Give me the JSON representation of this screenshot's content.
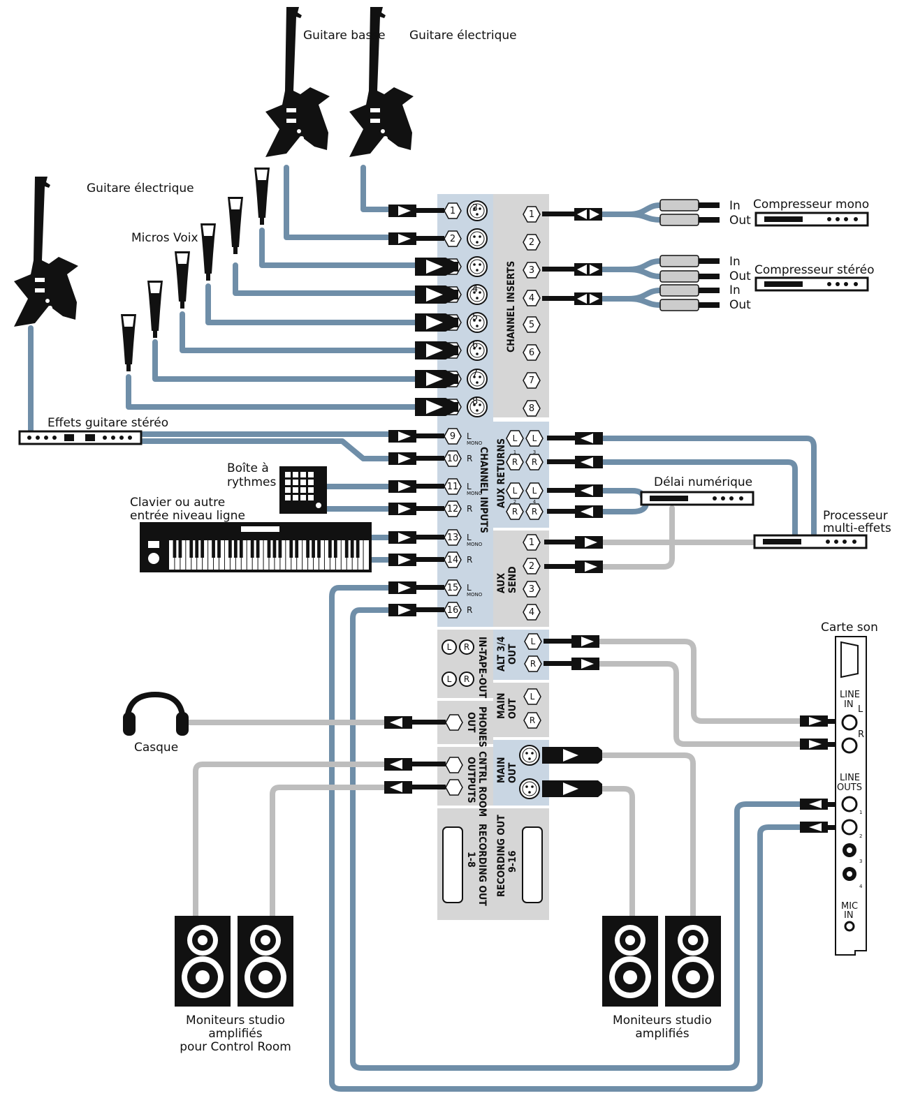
{
  "labels": {
    "bass_guitar": "Guitare basse",
    "electric_guitar_1": "Guitare électrique",
    "electric_guitar_2": "Guitare électrique",
    "vocal_mics": "Micros Voix",
    "stereo_guitar_fx": "Effets guitare stéréo",
    "drum_machine_1": "Boîte à",
    "drum_machine_2": "rythmes",
    "keyboard_1": "Clavier ou autre",
    "keyboard_2": "entrée niveau ligne",
    "mono_compressor": "Compresseur mono",
    "stereo_compressor": "Compresseur stéréo",
    "digital_delay": "Délai numérique",
    "multi_fx_1": "Processeur",
    "multi_fx_2": "multi-effets",
    "sound_card": "Carte son",
    "headphones": "Casque",
    "cr_monitors_1": "Moniteurs studio",
    "cr_monitors_2": "amplifiés",
    "cr_monitors_3": "pour Control Room",
    "monitors_1": "Moniteurs studio",
    "monitors_2": "amplifiés",
    "in": "In",
    "out": "Out"
  },
  "panel": {
    "channel_inserts": "CHANNEL INSERTS",
    "channel_inputs": "CHANNEL   INPUTS",
    "aux_returns": "AUX RETURNS",
    "aux_send_1": "AUX",
    "aux_send_2": "SEND",
    "alt_out_1": "ALT 3/4",
    "alt_out_2": "OUT",
    "tape_io": "IN-TAPE-OUT",
    "main_out_1": "MAIN",
    "main_out_2": "OUT",
    "phones_1": "PHONES",
    "phones_2": "OUT",
    "cr_out_1": "CNTRL ROOM",
    "cr_out_2": "OUTPUTS",
    "main_out_b_1": "MAIN",
    "main_out_b_2": "OUT",
    "rec_out_1a": "RECORDING OUT",
    "rec_out_1b": "1-8",
    "rec_out_2a": "RECORDING OUT",
    "rec_out_2b": "9-16",
    "mono": "MONO",
    "L": "L",
    "R": "R"
  },
  "input_numbers": [
    "1",
    "2",
    "3",
    "4",
    "5",
    "6",
    "7",
    "8",
    "9",
    "10",
    "11",
    "12",
    "13",
    "14",
    "15",
    "16"
  ],
  "insert_numbers": [
    "1",
    "2",
    "3",
    "4",
    "5",
    "6",
    "7",
    "8"
  ],
  "aux_send_numbers": [
    "1",
    "2",
    "3",
    "4"
  ],
  "aux_return_numbers": [
    "1",
    "2",
    "3",
    "4"
  ],
  "sound_card": {
    "line_in_1": "LINE",
    "line_in_2": "IN",
    "line_outs_1": "LINE",
    "line_outs_2": "OUTS",
    "mic_1": "MIC",
    "mic_2": "IN",
    "L": "L",
    "R": "R",
    "out_numbers": [
      "1",
      "2",
      "3",
      "4"
    ]
  },
  "colors": {
    "cable_blue": "#6f8ea8",
    "cable_grey": "#bdbdbd",
    "panel_blue": "#c9d6e3",
    "panel_grey": "#d6d6d6",
    "ink": "#111111"
  }
}
